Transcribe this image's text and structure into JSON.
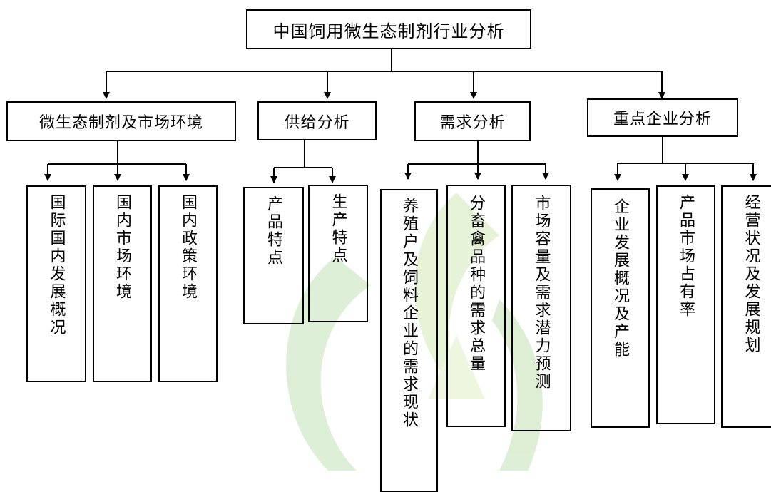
{
  "root": {
    "label": "中国饲用微生态制剂行业分析"
  },
  "categories": [
    {
      "label": "微生态制剂及市场环境"
    },
    {
      "label": "供给分析"
    },
    {
      "label": "需求分析"
    },
    {
      "label": "重点企业分析"
    }
  ],
  "leaves": [
    {
      "label": "国际国内发展概况"
    },
    {
      "label": "国内市场环境"
    },
    {
      "label": "国内政策环境"
    },
    {
      "label": "产品特点"
    },
    {
      "label": "生产特点"
    },
    {
      "label": "养殖户及饲料企业的需求现状"
    },
    {
      "label": "分畜禽品种的需求总量"
    },
    {
      "label": "市场容量及需求潜力预测"
    },
    {
      "label": "企业发展概况及产能"
    },
    {
      "label": "产品市场占有率"
    },
    {
      "label": "经营状况及发展规划"
    }
  ],
  "colors": {
    "line": "#000000",
    "watermark": "#9fd08a"
  }
}
